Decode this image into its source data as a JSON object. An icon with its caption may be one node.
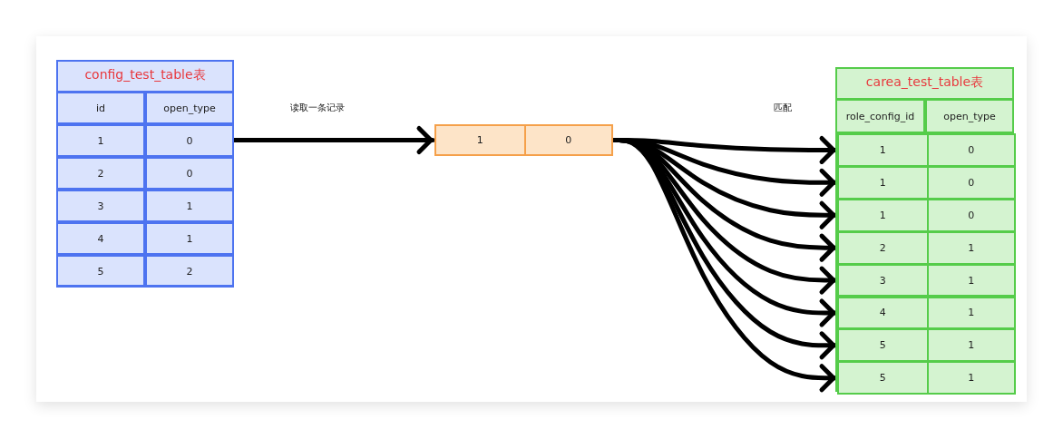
{
  "diagram": {
    "nodes": [
      {
        "text": [
          "config_test_table表"
        ]
      },
      {
        "text": [
          "1",
          "0"
        ]
      },
      {
        "text": [
          "carea_test_table表"
        ]
      },
      {
        "text": [
          "1",
          "0"
        ],
        "in": 2
      },
      {
        "text": [
          "1",
          "0"
        ],
        "in": 2
      },
      {
        "text": [
          "1",
          "0"
        ],
        "in": 2
      },
      {
        "text": [
          "2",
          "1"
        ],
        "in": 2
      },
      {
        "text": [
          "3",
          "1"
        ],
        "in": 2
      },
      {
        "text": [
          "4",
          "1"
        ],
        "in": 2
      },
      {
        "text": [
          "5",
          "1"
        ],
        "in": 2
      },
      {
        "text": [
          "5",
          "1"
        ],
        "in": 2
      }
    ],
    "edges": [
      {
        "from": 0,
        "to": 1,
        "arrow": "to",
        "label": "读取一条记录"
      },
      {
        "from": 1,
        "to": 3,
        "arrow": "to"
      },
      {
        "from": 1,
        "to": 4,
        "arrow": "to"
      },
      {
        "from": 1,
        "to": 5,
        "arrow": "to"
      },
      {
        "from": 1,
        "to": 6,
        "arrow": "to"
      },
      {
        "from": 1,
        "to": 7,
        "arrow": "to"
      },
      {
        "from": 1,
        "to": 8,
        "arrow": "to"
      },
      {
        "from": 1,
        "to": 9,
        "arrow": "to"
      },
      {
        "from": 1,
        "to": 10,
        "arrow": "to"
      }
    ],
    "labels": [
      "id",
      "open_type",
      "1",
      "0",
      "2",
      "0",
      "3",
      "1",
      "4",
      "1",
      "5",
      "2",
      "匹配",
      "role_config_id",
      "open_type"
    ]
  }
}
